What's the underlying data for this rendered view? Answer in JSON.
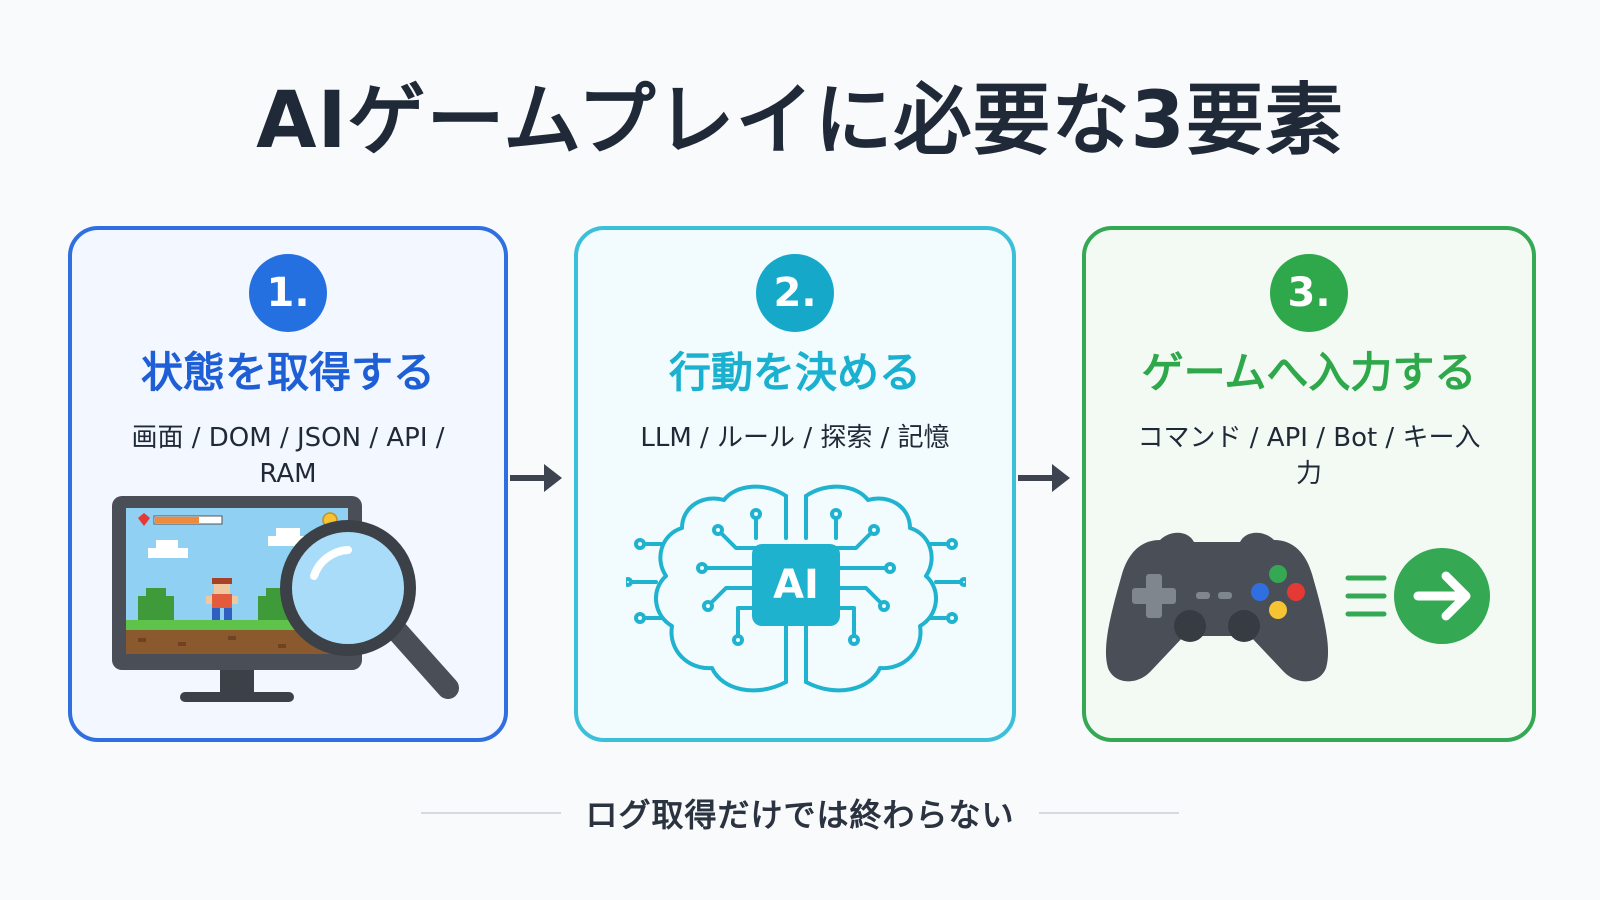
{
  "title": "AIゲームプレイに必要な3要素",
  "steps": [
    {
      "number": "1.",
      "heading": "状態を取得する",
      "description": "画面 / DOM / JSON / API / RAM",
      "icon": "monitor-magnifier-icon",
      "color": "#2470e0"
    },
    {
      "number": "2.",
      "heading": "行動を決める",
      "description": "LLM / ルール / 探索 / 記憶",
      "icon": "ai-brain-icon",
      "color": "#15a8c9"
    },
    {
      "number": "3.",
      "heading": "ゲームへ入力する",
      "description": "コマンド / API / Bot / キー入力",
      "icon": "gamepad-arrow-icon",
      "color": "#2ea84a"
    }
  ],
  "brain_label": "AI",
  "footer": "ログ取得だけでは終わらない"
}
